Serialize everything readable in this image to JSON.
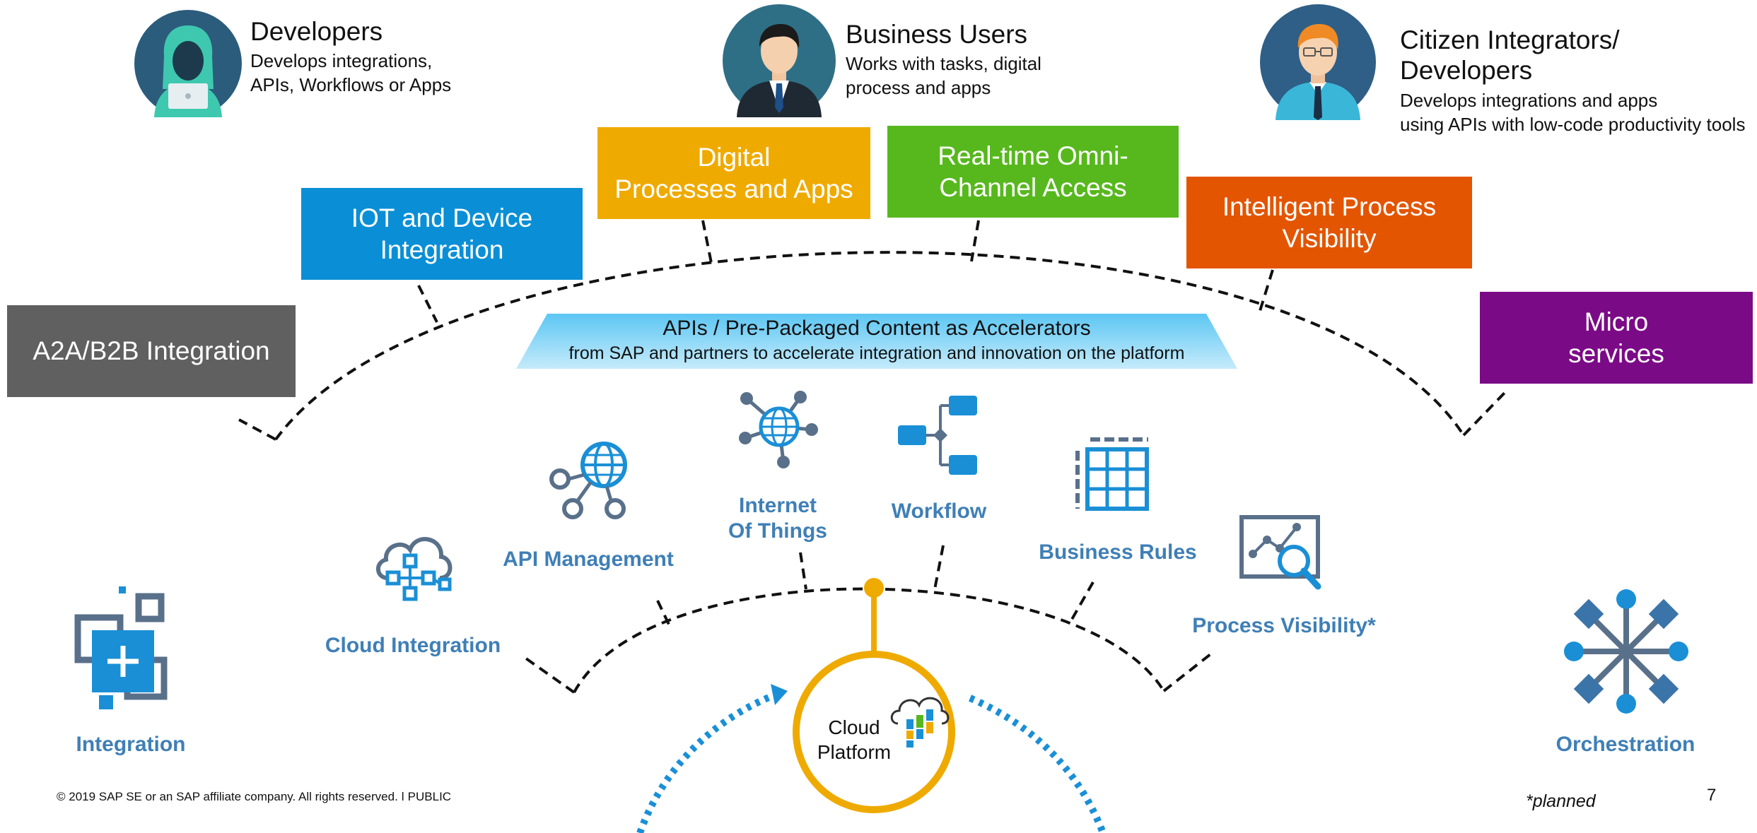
{
  "personas": [
    {
      "title": "Developers",
      "desc_line1": "Develops integrations,",
      "desc_line2": "APIs, Workflows or Apps",
      "icon": "developer-avatar-icon"
    },
    {
      "title": "Business Users",
      "desc_line1": "Works with tasks, digital",
      "desc_line2": "process and apps",
      "icon": "business-user-avatar-icon"
    },
    {
      "title_line1": "Citizen Integrators/",
      "title_line2": "Developers",
      "desc_line1": "Develops integrations and apps",
      "desc_line2": "using APIs with low-code productivity tools",
      "icon": "citizen-integrator-avatar-icon"
    }
  ],
  "boxes": {
    "a2a": {
      "label": "A2A/B2B Integration",
      "color": "#606060"
    },
    "iot": {
      "label": "IOT and Device\nIntegration",
      "color": "#0a8fd6"
    },
    "digital": {
      "label": "Digital\nProcesses and Apps",
      "color": "#efaa00"
    },
    "realtime": {
      "label": "Real-time Omni-\nChannel Access",
      "color": "#57b81e"
    },
    "intelligent": {
      "label": "Intelligent Process\nVisibility",
      "color": "#e35500"
    },
    "micro": {
      "label": "Micro\nservices",
      "color": "#7b0a87"
    }
  },
  "banner": {
    "title": "APIs / Pre-Packaged Content  as Accelerators",
    "subtitle": "from SAP and partners to accelerate integration and innovation on the platform"
  },
  "capabilities": {
    "integration": "Integration",
    "cloud_integration": "Cloud Integration",
    "api_management": "API Management",
    "iot": "Internet\nOf Things",
    "workflow": "Workflow",
    "business_rules": "Business Rules",
    "process_visibility": "Process Visibility*",
    "orchestration": "Orchestration"
  },
  "center": {
    "line1": "Cloud",
    "line2": "Platform"
  },
  "footer": {
    "copyright": "© 2019 SAP SE or an SAP affiliate company. All rights reserved.  ǀ  PUBLIC",
    "planned": "*planned",
    "page_number": "7"
  },
  "colors": {
    "icon_blue": "#1a8fd6",
    "icon_slate": "#59708a",
    "caption_blue": "#3f7fb6",
    "gold": "#efaa00",
    "dotted_blue": "#1a8fd6"
  }
}
